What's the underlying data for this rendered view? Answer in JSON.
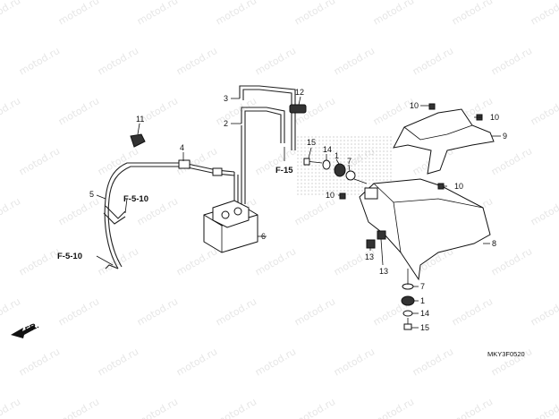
{
  "diagram": {
    "watermark_text": "motod.ru",
    "diagram_code": "MKY3F0520",
    "front_arrow_label": "FR.",
    "callouts": {
      "c1": "1",
      "c2": "2",
      "c3": "3",
      "c4": "4",
      "c5": "5",
      "c6": "6",
      "c7": "7",
      "c8": "8",
      "c9": "9",
      "c10a": "10",
      "c10b": "10",
      "c10c": "10",
      "c10d": "10",
      "c11": "11",
      "c12": "12",
      "c13a": "13",
      "c13b": "13",
      "c14a": "14",
      "c14b": "14",
      "c15a": "15",
      "c15b": "15",
      "c7b": "7",
      "c1b": "1"
    },
    "references": {
      "ref_f15": "F-15",
      "ref_f510a": "F-5-10",
      "ref_f510b": "F-5-10"
    }
  }
}
